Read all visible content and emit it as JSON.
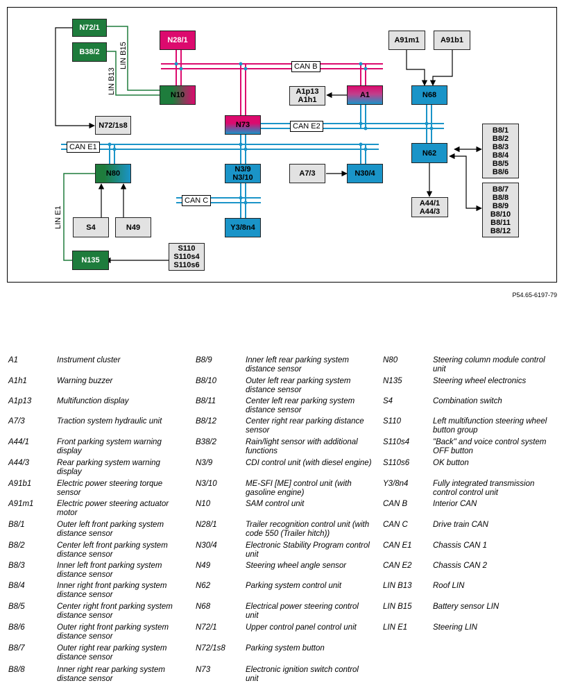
{
  "figure_ref": "P54.65-6197-79",
  "buses": {
    "can_b": "CAN B",
    "can_e2": "CAN E2",
    "can_e1": "CAN E1",
    "can_c": "CAN C"
  },
  "lin": {
    "lin_b15": "LIN B15",
    "lin_b13": "LIN B13",
    "lin_e1": "LIN E1"
  },
  "boxes": {
    "n72_1": "N72/1",
    "b38_2": "B38/2",
    "n28_1": "N28/1",
    "n10": "N10",
    "n72_1s8": "N72/1s8",
    "a1p13": "A1p13",
    "a1h1": "A1h1",
    "a1": "A1",
    "n73": "N73",
    "a91m1": "A91m1",
    "a91b1": "A91b1",
    "n68": "N68",
    "n62": "N62",
    "b8_front": [
      "B8/1",
      "B8/2",
      "B8/3",
      "B8/4",
      "B8/5",
      "B8/6"
    ],
    "b8_rear": [
      "B8/7",
      "B8/8",
      "B8/9",
      "B8/10",
      "B8/11",
      "B8/12"
    ],
    "n80": "N80",
    "n3_9": "N3/9",
    "n3_10": "N3/10",
    "a7_3": "A7/3",
    "n30_4": "N30/4",
    "a44_1": "A44/1",
    "a44_3": "A44/3",
    "s4": "S4",
    "n49": "N49",
    "y3_8n4": "Y3/8n4",
    "s110": "S110",
    "s110s4": "S110s4",
    "s110s6": "S110s6",
    "n135": "N135"
  },
  "colors": {
    "green": "#1e7c3c",
    "magenta": "#dc0a6e",
    "blue": "#1a94c8",
    "gray": "#e2e2e2"
  },
  "legend": [
    [
      {
        "code": "A1",
        "desc": "Instrument cluster"
      },
      {
        "code": "A1h1",
        "desc": "Warning buzzer"
      },
      {
        "code": "A1p13",
        "desc": "Multifunction display"
      },
      {
        "code": "A7/3",
        "desc": "Traction system hydraulic unit"
      },
      {
        "code": "A44/1",
        "desc": "Front parking system warning display"
      },
      {
        "code": "A44/3",
        "desc": "Rear parking system warning display"
      },
      {
        "code": "A91b1",
        "desc": "Electric power steering torque sensor"
      },
      {
        "code": "A91m1",
        "desc": "Electric power steering actuator motor"
      },
      {
        "code": "B8/1",
        "desc": "Outer left front parking system distance sensor"
      },
      {
        "code": "B8/2",
        "desc": "Center left front parking system distance sensor"
      },
      {
        "code": "B8/3",
        "desc": "Inner left front parking system distance sensor"
      },
      {
        "code": "B8/4",
        "desc": "Inner right front parking system distance sensor"
      },
      {
        "code": "B8/5",
        "desc": "Center right front parking system distance sensor"
      },
      {
        "code": "B8/6",
        "desc": "Outer right front parking system distance sensor"
      },
      {
        "code": "B8/7",
        "desc": "Outer right rear parking system distance sensor"
      },
      {
        "code": "B8/8",
        "desc": "Inner right rear parking system distance sensor"
      }
    ],
    [
      {
        "code": "B8/9",
        "desc": "Inner left rear parking system distance sensor"
      },
      {
        "code": "B8/10",
        "desc": "Outer left rear parking system distance sensor"
      },
      {
        "code": "B8/11",
        "desc": "Center left rear parking system distance sensor"
      },
      {
        "code": "B8/12",
        "desc": "Center right rear parking distance sensor"
      },
      {
        "code": "B38/2",
        "desc": "Rain/light sensor with additional functions"
      },
      {
        "code": "N3/9",
        "desc": "CDI control unit (with diesel engine)"
      },
      {
        "code": "N3/10",
        "desc": "ME-SFI [ME] control unit (with gasoline engine)"
      },
      {
        "code": "N10",
        "desc": "SAM control unit"
      },
      {
        "code": "N28/1",
        "desc": "Trailer recognition control unit (with code 550 (Trailer hitch))"
      },
      {
        "code": "N30/4",
        "desc": "Electronic Stability Program control unit"
      },
      {
        "code": "N49",
        "desc": "Steering wheel angle sensor"
      },
      {
        "code": "N62",
        "desc": "Parking system control unit"
      },
      {
        "code": "N68",
        "desc": "Electrical power steering control unit"
      },
      {
        "code": "N72/1",
        "desc": "Upper control panel control unit"
      },
      {
        "code": "N72/1s8",
        "desc": "Parking system button"
      },
      {
        "code": "N73",
        "desc": "Electronic ignition switch control unit"
      }
    ],
    [
      {
        "code": "N80",
        "desc": "Steering column module control unit"
      },
      {
        "code": "N135",
        "desc": "Steering wheel electronics"
      },
      {
        "code": "S4",
        "desc": "Combination switch"
      },
      {
        "code": "S110",
        "desc": "Left multifunction steering wheel button group"
      },
      {
        "code": "S110s4",
        "desc": "\"Back\" and voice control system OFF button"
      },
      {
        "code": "S110s6",
        "desc": "OK button"
      },
      {
        "code": "Y3/8n4",
        "desc": "Fully integrated transmission control control unit"
      },
      {
        "code": "CAN B",
        "desc": "Interior CAN"
      },
      {
        "code": "CAN C",
        "desc": "Drive train CAN"
      },
      {
        "code": "CAN E1",
        "desc": "Chassis CAN 1"
      },
      {
        "code": "CAN E2",
        "desc": "Chassis CAN 2"
      },
      {
        "code": "LIN B13",
        "desc": "Roof LIN"
      },
      {
        "code": "LIN B15",
        "desc": "Battery sensor LIN"
      },
      {
        "code": "LIN E1",
        "desc": "Steering LIN"
      }
    ]
  ]
}
